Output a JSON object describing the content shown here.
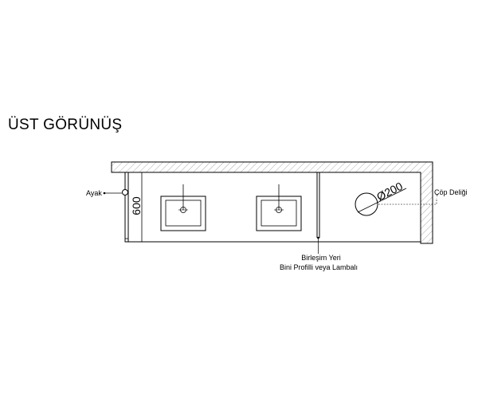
{
  "title": "ÜST GÖRÜNÜŞ",
  "labels": {
    "leg": "Ayak",
    "depth": "600",
    "diameter": "Ø200",
    "waste_hole": "Çöp Deliği",
    "joint_line1": "Birleşim Yeri",
    "joint_line2": "Bini Profilli veya Lambalı"
  },
  "colors": {
    "line": "#000000",
    "hatch": "#888888"
  }
}
